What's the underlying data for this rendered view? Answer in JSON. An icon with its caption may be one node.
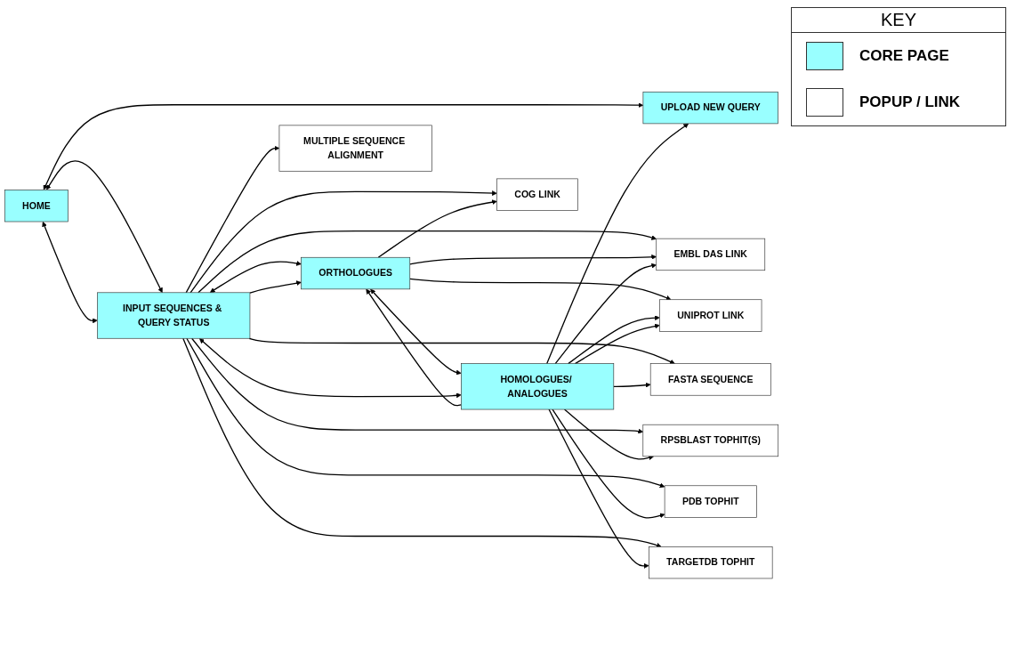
{
  "diagram": {
    "nodes": [
      {
        "text": [
          "HOME"
        ]
      },
      {
        "text": [
          "UPLOAD NEW QUERY"
        ]
      },
      {
        "text": [
          "INPUT SEQUENCES & QUERY STATUS"
        ]
      },
      {
        "text": [
          "ORTHOLOGUES"
        ]
      },
      {
        "text": [
          "HOMOLOGUES/ ANALOGUES"
        ]
      },
      {
        "text": [
          "MULTIPLE SEQUENCE ALIGNMENT"
        ]
      },
      {
        "text": [
          "EMBL DAS LINK"
        ]
      },
      {
        "text": [
          "COG LINK"
        ]
      },
      {
        "text": [
          "FASTA SEQUENCE"
        ]
      },
      {
        "text": [
          "UNIPROT LINK"
        ]
      },
      {
        "text": [
          "RPSBLAST TOPHIT(S)"
        ]
      },
      {
        "text": [
          "PDB TOPHIT"
        ]
      },
      {
        "text": [
          "TARGETDB TOPHIT"
        ]
      }
    ],
    "edges": [
      {
        "from": 0,
        "to": 1,
        "arrow": "both"
      },
      {
        "from": 0,
        "to": 2,
        "arrow": "both"
      },
      {
        "from": 2,
        "to": 3,
        "arrow": "both"
      },
      {
        "from": 3,
        "to": 4,
        "arrow": "both"
      },
      {
        "from": 0,
        "to": 2,
        "arrow": "both"
      },
      {
        "from": 2,
        "to": 4,
        "arrow": "both"
      },
      {
        "from": 2,
        "to": 3,
        "arrow": "to"
      },
      {
        "from": 4,
        "to": 3,
        "arrow": "to"
      },
      {
        "from": 2,
        "to": 5,
        "arrow": "to"
      },
      {
        "from": 2,
        "to": 6,
        "arrow": "to"
      },
      {
        "from": 2,
        "to": 7,
        "arrow": "to"
      },
      {
        "from": 2,
        "to": 8,
        "arrow": "to"
      },
      {
        "from": 2,
        "to": 10,
        "arrow": "to"
      },
      {
        "from": 2,
        "to": 11,
        "arrow": "to"
      },
      {
        "from": 2,
        "to": 12,
        "arrow": "to"
      },
      {
        "from": 3,
        "to": 6,
        "arrow": "to"
      },
      {
        "from": 3,
        "to": 7,
        "arrow": "to"
      },
      {
        "from": 3,
        "to": 9,
        "arrow": "to"
      },
      {
        "from": 4,
        "to": 1,
        "arrow": "to"
      },
      {
        "from": 4,
        "to": 6,
        "arrow": "to"
      },
      {
        "from": 4,
        "to": 9,
        "arrow": "to"
      },
      {
        "from": 4,
        "to": 8,
        "arrow": "to"
      },
      {
        "from": 4,
        "to": 9,
        "arrow": "to"
      },
      {
        "from": 4,
        "to": 10,
        "arrow": "to"
      },
      {
        "from": 4,
        "to": 11,
        "arrow": "to"
      },
      {
        "from": 4,
        "to": 12,
        "arrow": "to"
      }
    ],
    "labels": [
      "KEY"
    ],
    "legend": [
      {
        "text": "CORE PAGE",
        "color": "#99ffff"
      },
      {
        "text": "POPUP / LINK",
        "color": "#ffffff"
      }
    ]
  }
}
